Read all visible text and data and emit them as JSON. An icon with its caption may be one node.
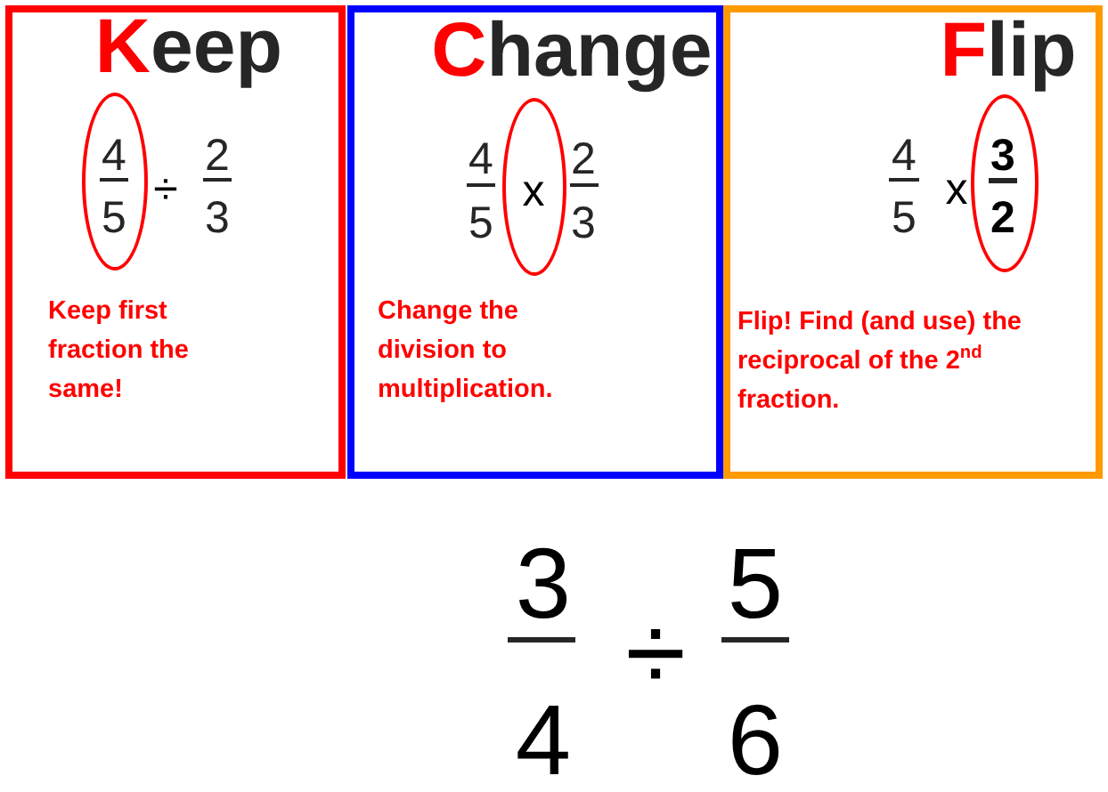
{
  "diagram": {
    "nodes": [
      {
        "text": [
          "Keep",
          "÷",
          "2",
          "3",
          "Keep first fraction the same!"
        ]
      },
      {
        "text": [
          "4",
          "5"
        ],
        "in": 0
      },
      {
        "text": [
          "Change",
          "4",
          "5",
          "2",
          "3",
          "Change the division to multiplication."
        ]
      },
      {
        "text": [
          "x"
        ],
        "in": 2
      },
      {
        "text": [
          "Flip",
          "4",
          "5",
          "x",
          "Flip! Find (and use) the reciprocal of the 2$^{nd}$ fraction."
        ]
      },
      {
        "text": [
          "3",
          "2"
        ],
        "in": 4
      }
    ],
    "edges": [],
    "labels": [
      "3",
      "4",
      "÷",
      "5",
      "6"
    ]
  }
}
